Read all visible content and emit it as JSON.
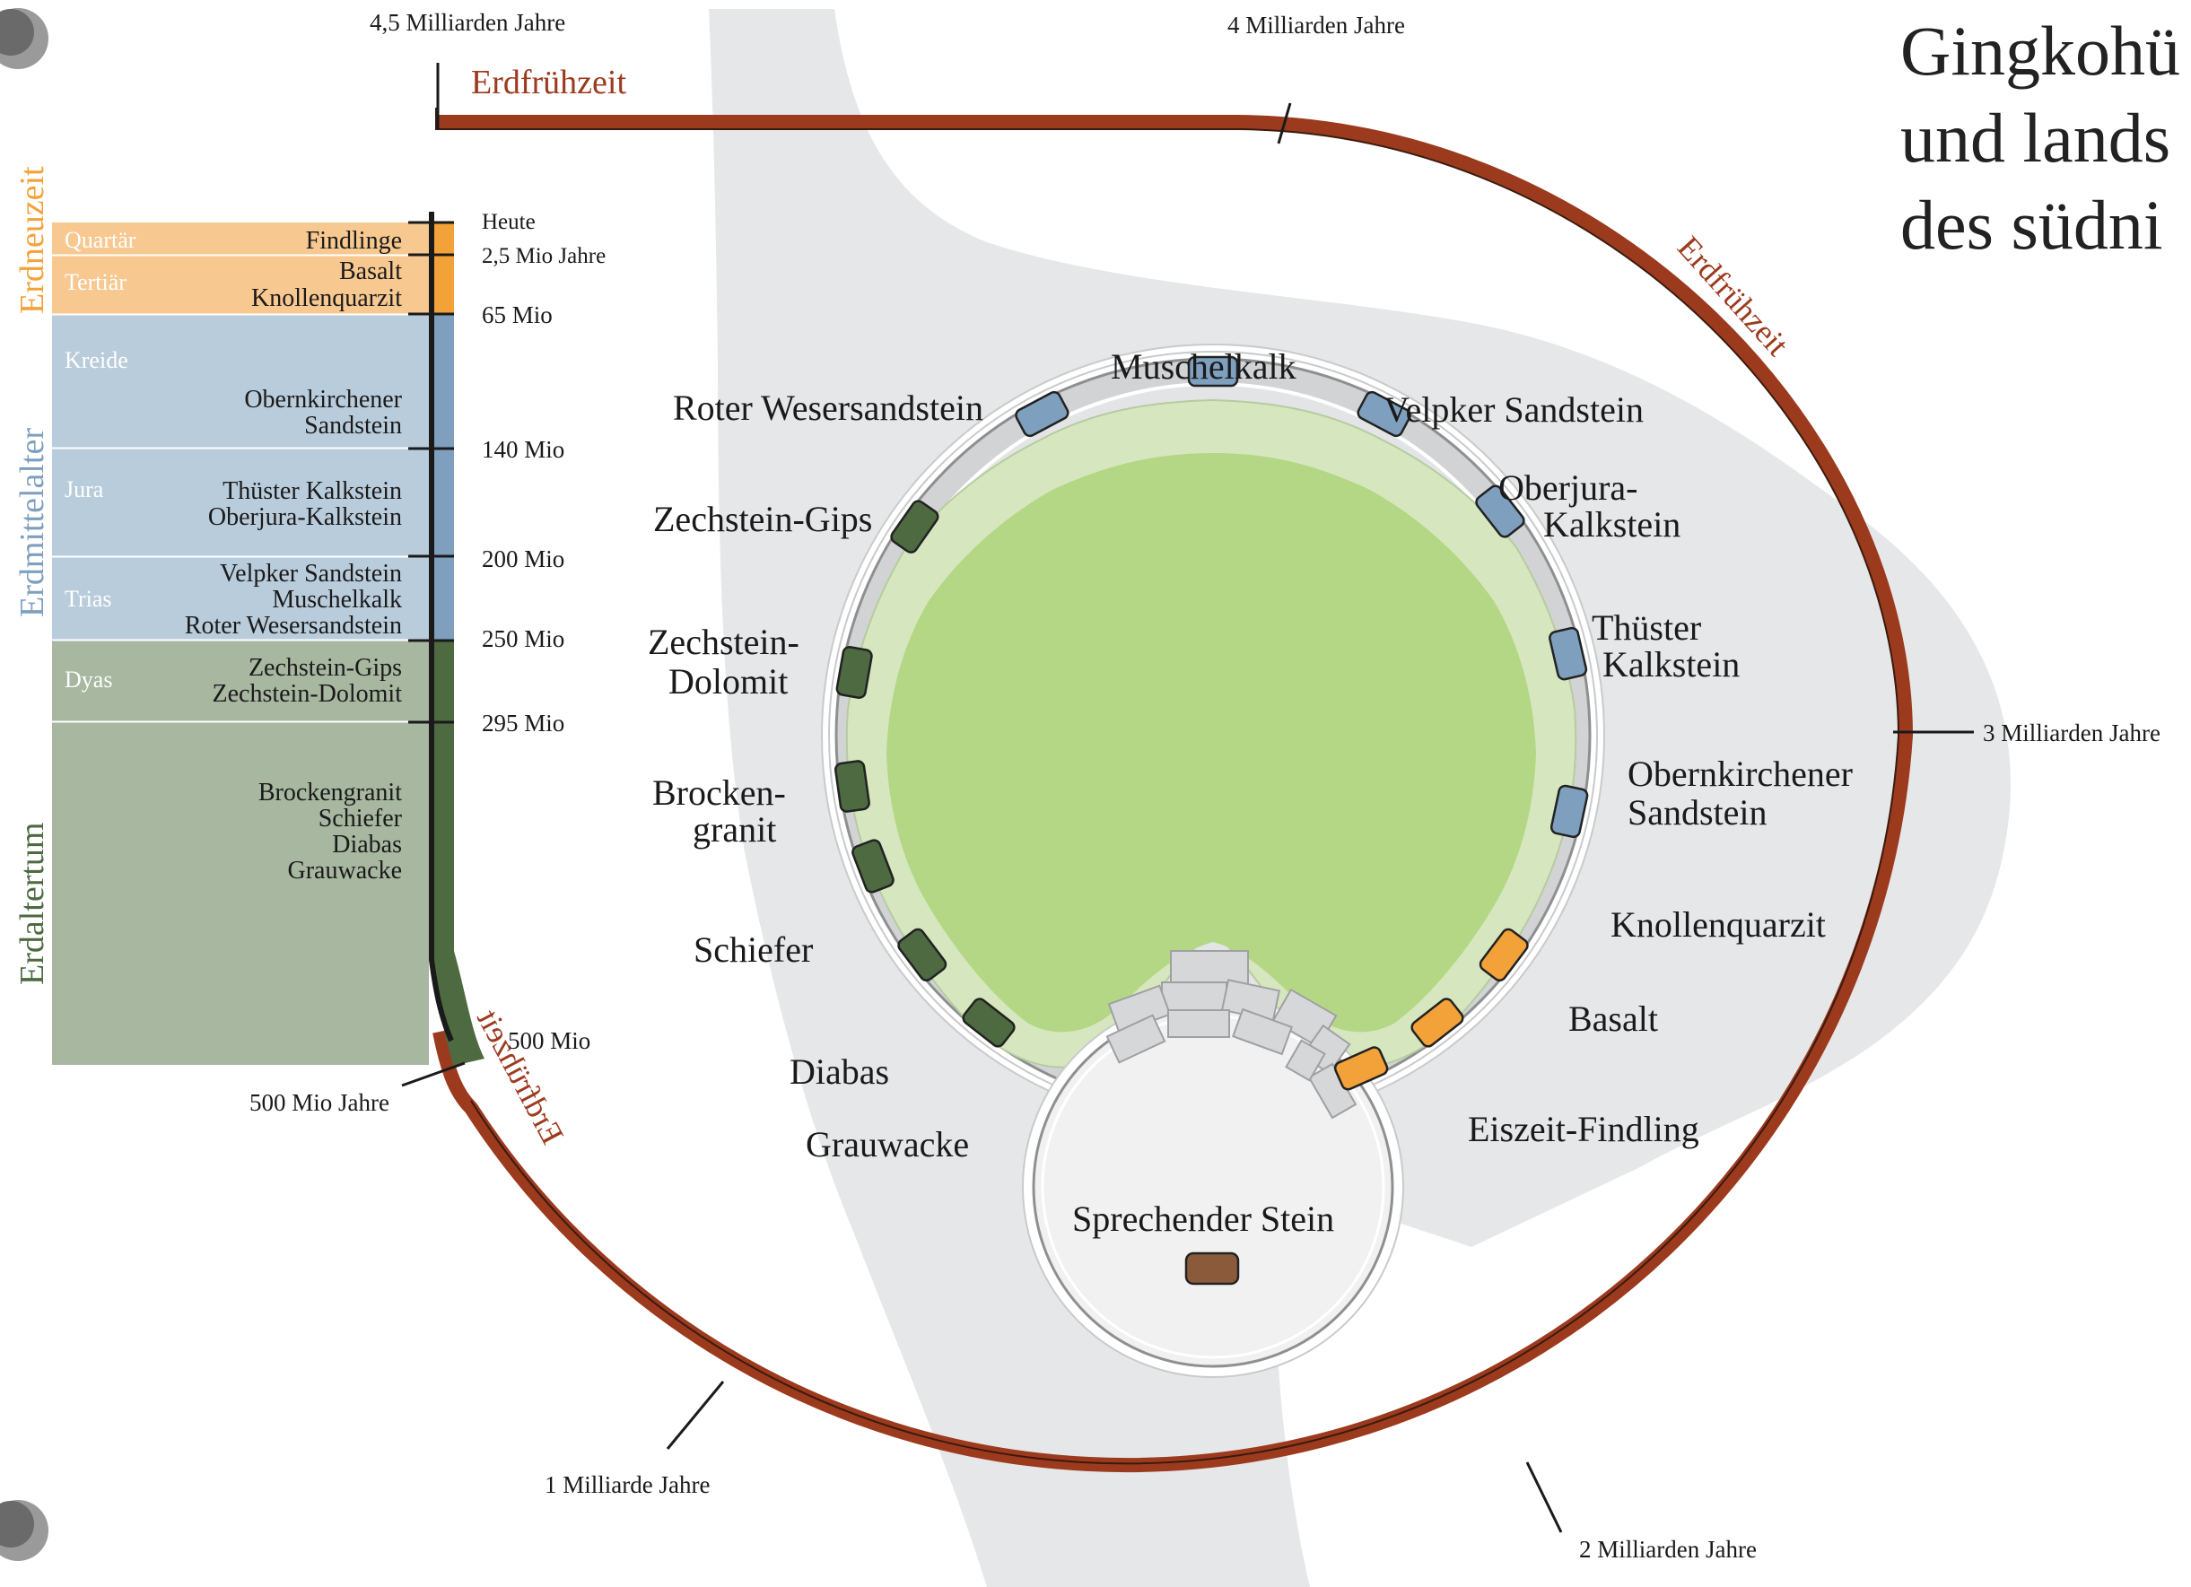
{
  "title": {
    "line1": "Gingkohü",
    "line2": "und lands",
    "line3": "des südni"
  },
  "eras": {
    "erdneuzeit": "Erdneuzeit",
    "erdmittelalter": "Erdmittelalter",
    "erdaltertum": "Erdaltertum",
    "erdfruehzeit": "Erdfrühzeit"
  },
  "periods": {
    "quartaer": "Quartär",
    "tertiaer": "Tertiär",
    "kreide": "Kreide",
    "jura": "Jura",
    "trias": "Trias",
    "dyas": "Dyas"
  },
  "period_rocks": {
    "quartaer": [
      "Findlinge"
    ],
    "tertiaer": [
      "Basalt",
      "Knollenquarzit"
    ],
    "kreide": [
      "Obernkirchener",
      "Sandstein"
    ],
    "jura": [
      "Thüster Kalkstein",
      "Oberjura-Kalkstein"
    ],
    "trias": [
      "Velpker Sandstein",
      "Muschelkalk",
      "Roter Wesersandstein"
    ],
    "dyas": [
      "Zechstein-Gips",
      "Zechstein-Dolomit"
    ],
    "erdaltertum": [
      "Brockengranit",
      "Schiefer",
      "Diabas",
      "Grauwacke"
    ]
  },
  "ticks": {
    "heute": "Heute",
    "t2_5": "2,5 Mio Jahre",
    "t65": "65 Mio",
    "t140": "140 Mio",
    "t200": "200 Mio",
    "t250": "250 Mio",
    "t295": "295 Mio",
    "t500": "500 Mio",
    "t500j": "500 Mio Jahre",
    "t1mrd": "1 Milliarde Jahre",
    "t2mrd": "2 Milliarden Jahre",
    "t3mrd": "3 Milliarden Jahre",
    "t4mrd": "4 Milliarden Jahre",
    "t4_5mrd": "4,5 Milliarden Jahre"
  },
  "stones": {
    "muschelkalk": "Muschelkalk",
    "roter_wesersandstein": "Roter Wesersandstein",
    "velpker_sandstein": "Velpker Sandstein",
    "oberjura_1": "Oberjura-",
    "oberjura_2": "Kalkstein",
    "zechstein_gips": "Zechstein-Gips",
    "thuester_1": "Thüster",
    "thuester_2": "Kalkstein",
    "zechstein_dolomit_1": "Zechstein-",
    "zechstein_dolomit_2": "Dolomit",
    "obernkirchener_1": "Obernkirchener",
    "obernkirchener_2": "Sandstein",
    "brockengranit_1": "Brocken-",
    "brockengranit_2": "granit",
    "knollenquarzit": "Knollenquarzit",
    "schiefer": "Schiefer",
    "basalt": "Basalt",
    "diabas": "Diabas",
    "eiszeit_findling": "Eiszeit-Findling",
    "grauwacke": "Grauwacke",
    "sprechender_stein": "Sprechender Stein"
  },
  "colors": {
    "timeline_brown": "#9c3a1e",
    "orange": "#f3a239",
    "orange_light": "#f7c890",
    "blue": "#7f9fbf",
    "blue_light": "#b9ccdc",
    "green_dark": "#4d6a41",
    "green_gray": "#a7b7a0",
    "lawn": "#b3d785",
    "path_gray": "#e6e7e8",
    "ring_gray": "#cfd0d2",
    "speaking_stone": "#8a5a3b"
  }
}
